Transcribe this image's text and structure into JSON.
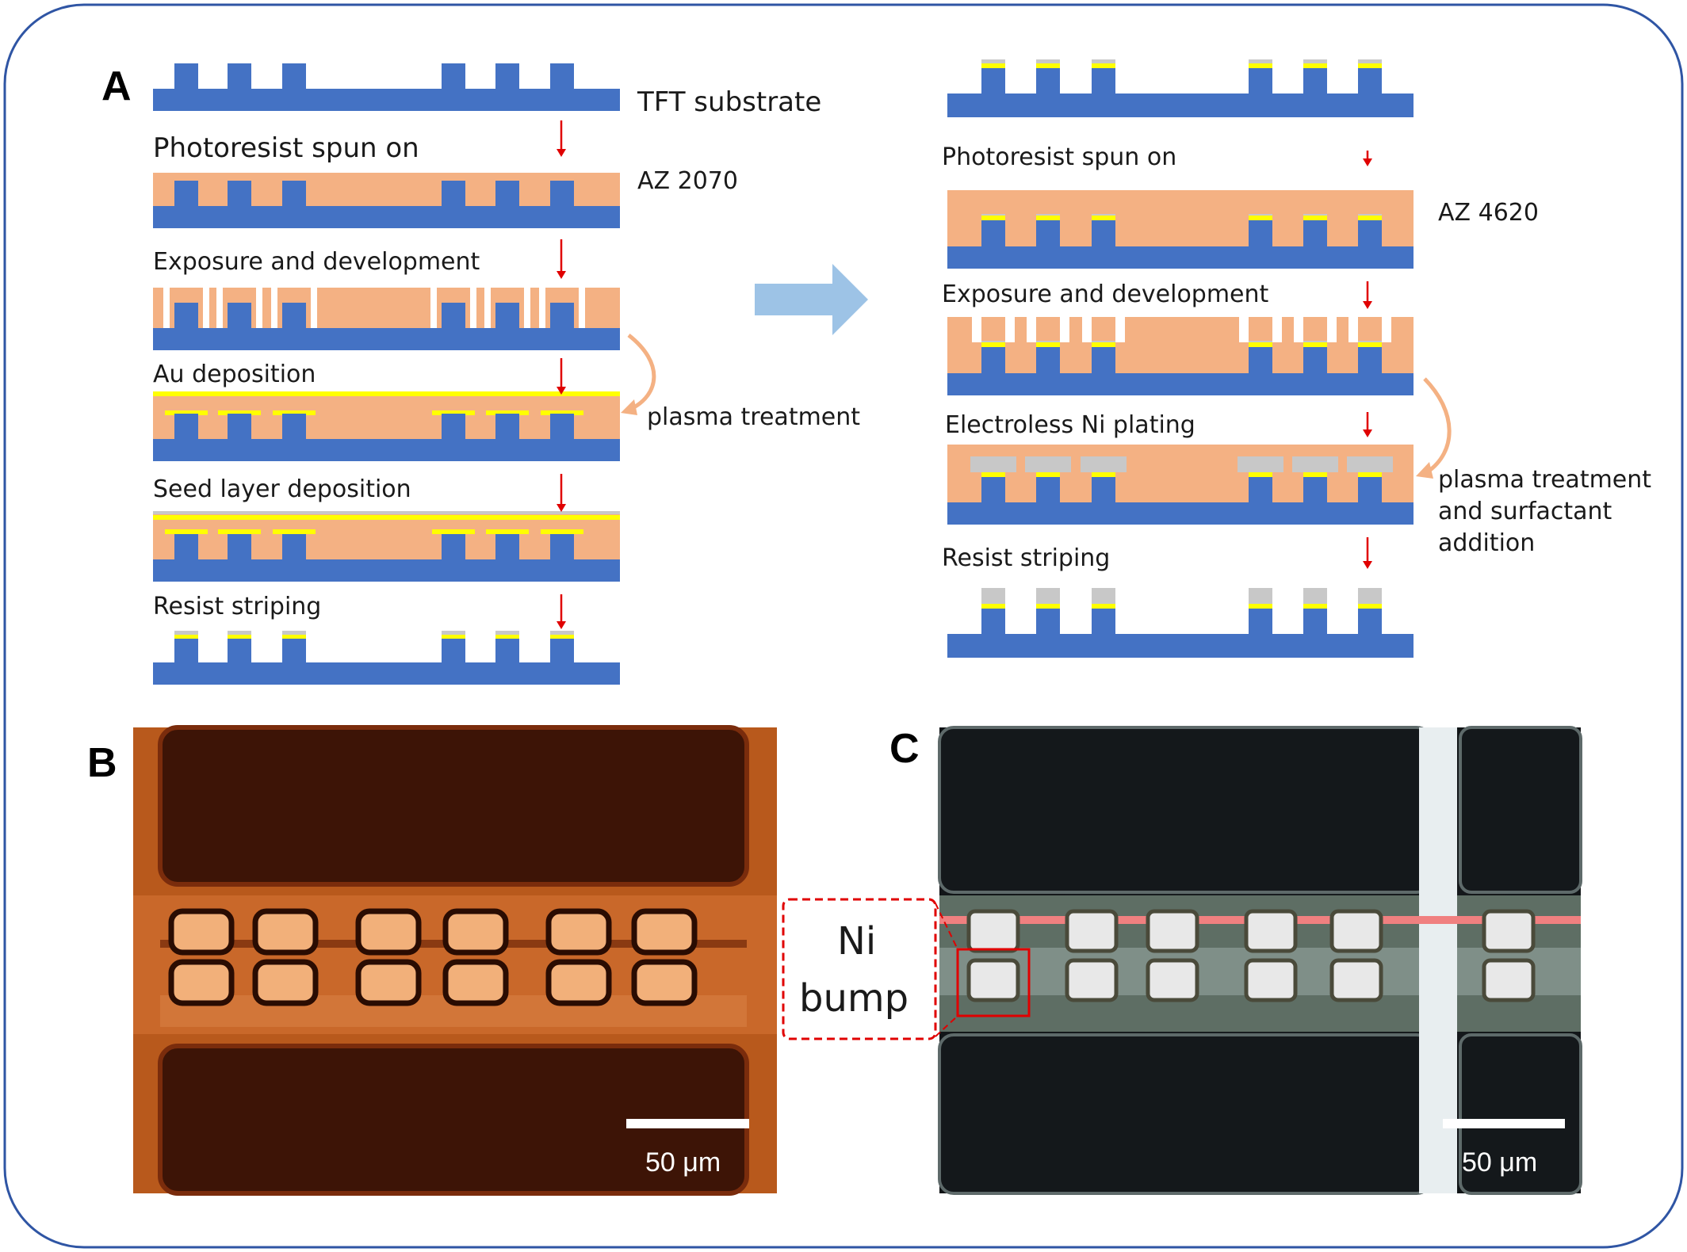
{
  "panels": {
    "a": "A",
    "b": "B",
    "c": "C"
  },
  "left_process": {
    "substrate": "TFT substrate",
    "step1": "Photoresist spun on",
    "resist": "AZ 2070",
    "step2": "Exposure and development",
    "step3": "Au deposition",
    "side_note": "plasma treatment",
    "step4": "Seed layer deposition",
    "step5": "Resist striping"
  },
  "right_process": {
    "step1": "Photoresist spun on",
    "resist": "AZ 4620",
    "step2": "Exposure and development",
    "step3": "Electroless Ni plating",
    "side_note": [
      "plasma treatment",
      "and surfactant",
      "addition"
    ],
    "step4": "Resist striping"
  },
  "micrographs": {
    "scale_bar_b": "50 μm",
    "scale_bar_c": "50 μm",
    "callout": [
      "Ni",
      "bump"
    ]
  },
  "colors": {
    "substrate": "#4472C4",
    "photoresist": "#F4B183",
    "gold": "#FFFF00",
    "seed": "#C8C8C8",
    "process_arrow": "#E00000",
    "flow_arrow": "#9DC3E6",
    "frame": "#2F55A4",
    "callout": "#E00000"
  }
}
